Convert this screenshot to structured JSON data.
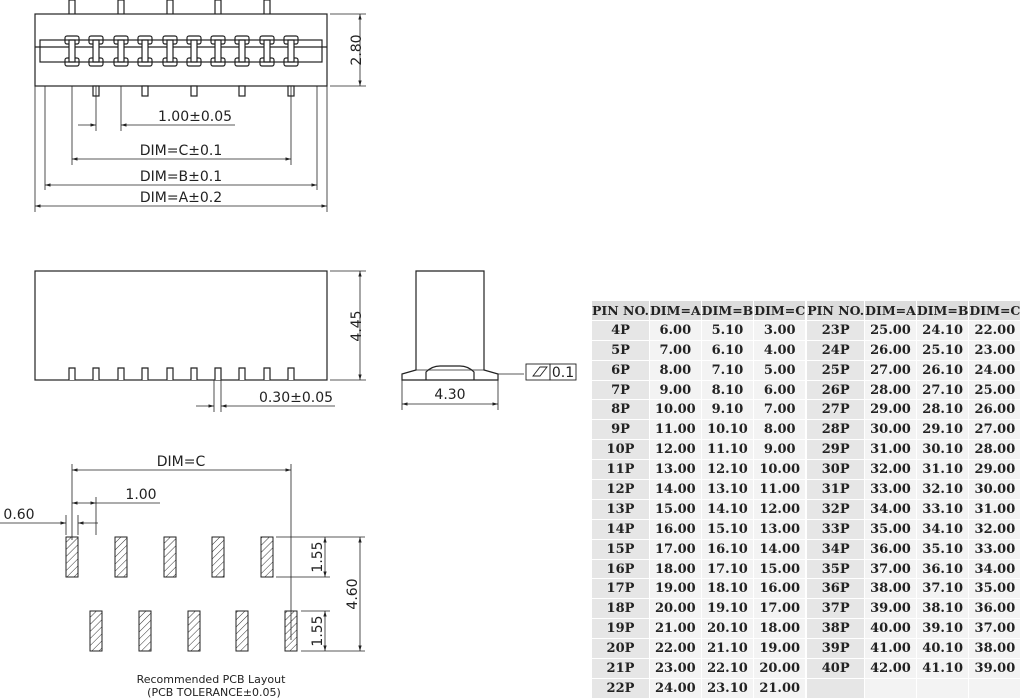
{
  "top_view": {
    "height_label": "2.80",
    "pitch_label": "1.00±0.05",
    "dim_c_label": "DIM=C±0.1",
    "dim_b_label": "DIM=B±0.1",
    "dim_a_label": "DIM=A±0.2"
  },
  "side_view": {
    "height_label": "4.45",
    "pin_width_label": "0.30±0.05"
  },
  "end_view": {
    "width_label": "4.30",
    "flatness_value": "0.1"
  },
  "pcb_layout": {
    "dim_c_label": "DIM=C",
    "pitch_label": "1.00",
    "pad_width_label": "0.60",
    "pad_length_upper": "1.55",
    "pad_length_lower": "1.55",
    "row_span_label": "4.60",
    "caption_line1": "Recommended PCB Layout",
    "caption_line2": "(PCB TOLERANCE±0.05)"
  },
  "spec_table": {
    "headers": [
      "PIN NO.",
      "DIM=A",
      "DIM=B",
      "DIM=C",
      "PIN NO.",
      "DIM=A",
      "DIM=B",
      "DIM=C"
    ],
    "rows": [
      [
        "4P",
        "6.00",
        "5.10",
        "3.00",
        "23P",
        "25.00",
        "24.10",
        "22.00"
      ],
      [
        "5P",
        "7.00",
        "6.10",
        "4.00",
        "24P",
        "26.00",
        "25.10",
        "23.00"
      ],
      [
        "6P",
        "8.00",
        "7.10",
        "5.00",
        "25P",
        "27.00",
        "26.10",
        "24.00"
      ],
      [
        "7P",
        "9.00",
        "8.10",
        "6.00",
        "26P",
        "28.00",
        "27.10",
        "25.00"
      ],
      [
        "8P",
        "10.00",
        "9.10",
        "7.00",
        "27P",
        "29.00",
        "28.10",
        "26.00"
      ],
      [
        "9P",
        "11.00",
        "10.10",
        "8.00",
        "28P",
        "30.00",
        "29.10",
        "27.00"
      ],
      [
        "10P",
        "12.00",
        "11.10",
        "9.00",
        "29P",
        "31.00",
        "30.10",
        "28.00"
      ],
      [
        "11P",
        "13.00",
        "12.10",
        "10.00",
        "30P",
        "32.00",
        "31.10",
        "29.00"
      ],
      [
        "12P",
        "14.00",
        "13.10",
        "11.00",
        "31P",
        "33.00",
        "32.10",
        "30.00"
      ],
      [
        "13P",
        "15.00",
        "14.10",
        "12.00",
        "32P",
        "34.00",
        "33.10",
        "31.00"
      ],
      [
        "14P",
        "16.00",
        "15.10",
        "13.00",
        "33P",
        "35.00",
        "34.10",
        "32.00"
      ],
      [
        "15P",
        "17.00",
        "16.10",
        "14.00",
        "34P",
        "36.00",
        "35.10",
        "33.00"
      ],
      [
        "16P",
        "18.00",
        "17.10",
        "15.00",
        "35P",
        "37.00",
        "36.10",
        "34.00"
      ],
      [
        "17P",
        "19.00",
        "18.10",
        "16.00",
        "36P",
        "38.00",
        "37.10",
        "35.00"
      ],
      [
        "18P",
        "20.00",
        "19.10",
        "17.00",
        "37P",
        "39.00",
        "38.10",
        "36.00"
      ],
      [
        "19P",
        "21.00",
        "20.10",
        "18.00",
        "38P",
        "40.00",
        "39.10",
        "37.00"
      ],
      [
        "20P",
        "22.00",
        "21.10",
        "19.00",
        "39P",
        "41.00",
        "40.10",
        "38.00"
      ],
      [
        "21P",
        "23.00",
        "22.10",
        "20.00",
        "40P",
        "42.00",
        "41.10",
        "39.00"
      ],
      [
        "22P",
        "24.00",
        "23.10",
        "21.00",
        "",
        "",
        "",
        ""
      ]
    ]
  }
}
